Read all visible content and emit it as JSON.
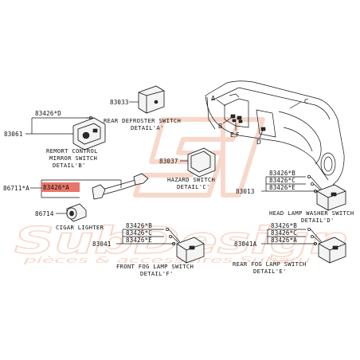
{
  "labels": {
    "p83061": "83061",
    "p83426d_b": "83426*D",
    "p83033": "83033",
    "p83037": "83037",
    "p86711a": "86711*A",
    "p83426a_hl": "83426*A",
    "p86714": "86714",
    "p83013": "83013",
    "p83426b_d": "83426*B",
    "p83426c_d": "83426*C",
    "p83426e_d": "83426*E",
    "p83041_f": "83041",
    "p83426b_f": "83426*B",
    "p83426c_f": "83426*C",
    "p83426e_f": "83426*E",
    "p83041a": "83041A",
    "p83426b_e": "83426*B",
    "p83426c_e": "83426*C",
    "p83426a_e": "83426*A"
  },
  "captions": {
    "rear_defroster_1": "REAR DEFROSTER SWITCH",
    "rear_defroster_2": "DETAIL'A'",
    "remote_1": "REMORT CONTROL",
    "remote_2": "MIRROR SWITCH",
    "remote_3": "DETAIL'B'",
    "hazard_1": "HAZARD SWITCH",
    "hazard_2": "DETAIL'C'",
    "cigar": "CIGAR LIGHTER",
    "headlamp_1": "HEAD LAMP WASHER SWITCH",
    "headlamp_2": "DETAIL'D'",
    "frontfog_1": "FRONT FOG LAMP SWITCH",
    "frontfog_2": "DETAIL'F'",
    "rearfog_1": "REAR FOG LAMP SWITCH",
    "rearfog_2": "DETAIL'E'"
  },
  "dash_letters": {
    "a": "A",
    "b": "B",
    "c": "C",
    "d": "D",
    "ef": "E,F"
  },
  "watermark": {
    "brand": "SubDesign",
    "tagline": "pièces & accessoires Subaru"
  },
  "colors": {
    "highlight": "#e8766a",
    "watermark": "#f2b8a0"
  }
}
